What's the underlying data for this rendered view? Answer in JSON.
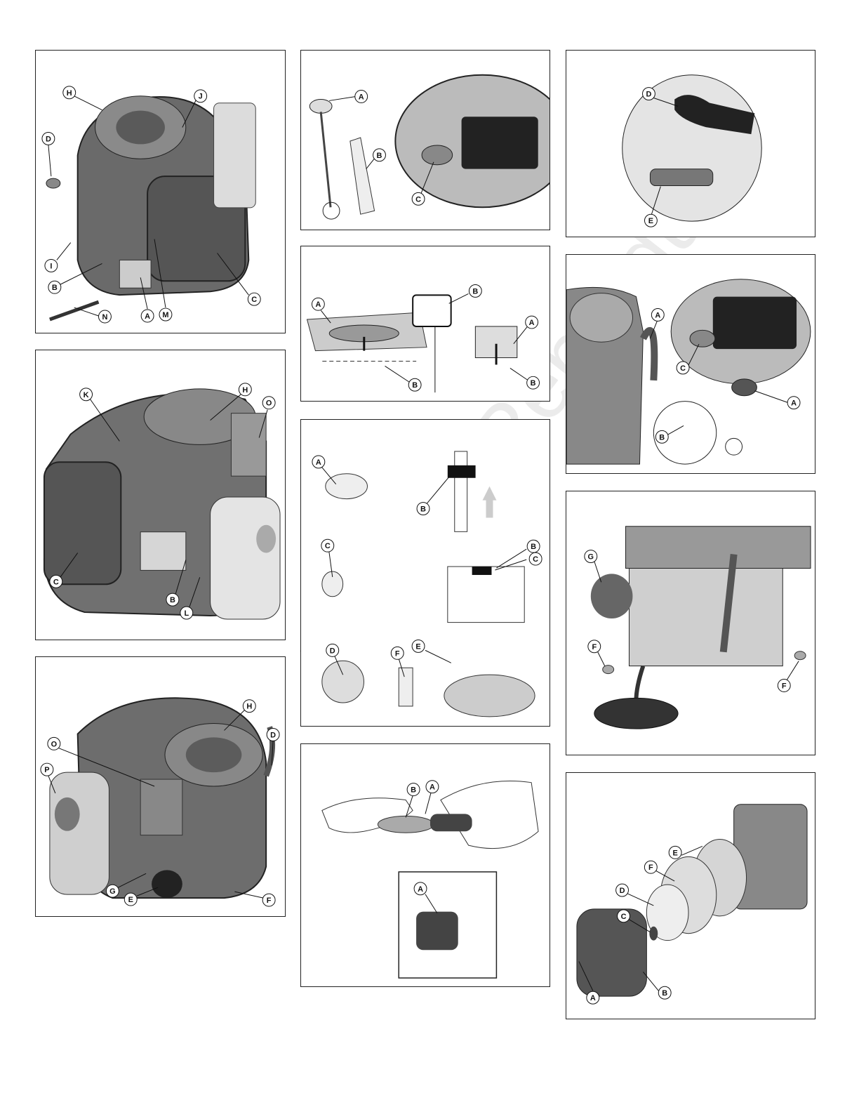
{
  "watermark": "Not for Reproduction",
  "panels": [
    {
      "id": "p1",
      "callouts": [
        "H",
        "J",
        "D",
        "I",
        "B",
        "N",
        "A",
        "M",
        "C"
      ]
    },
    {
      "id": "p2",
      "callouts": [
        "K",
        "H",
        "O",
        "C",
        "B",
        "L"
      ]
    },
    {
      "id": "p3",
      "callouts": [
        "H",
        "D",
        "O",
        "P",
        "G",
        "E",
        "F"
      ]
    },
    {
      "id": "p4",
      "callouts": [
        "A",
        "B",
        "C"
      ]
    },
    {
      "id": "p5",
      "callouts": [
        "A",
        "B",
        "A",
        "B"
      ]
    },
    {
      "id": "p6",
      "callouts": [
        "A",
        "B",
        "C",
        "B",
        "C",
        "D",
        "F",
        "E"
      ]
    },
    {
      "id": "p7",
      "callouts": [
        "B",
        "A",
        "A"
      ]
    },
    {
      "id": "p8",
      "callouts": [
        "D",
        "E"
      ]
    },
    {
      "id": "p9",
      "callouts": [
        "A",
        "C",
        "A",
        "B"
      ]
    },
    {
      "id": "p10",
      "callouts": [
        "G",
        "F",
        "F"
      ]
    },
    {
      "id": "p11",
      "callouts": [
        "E",
        "F",
        "D",
        "C",
        "A",
        "B"
      ]
    }
  ]
}
